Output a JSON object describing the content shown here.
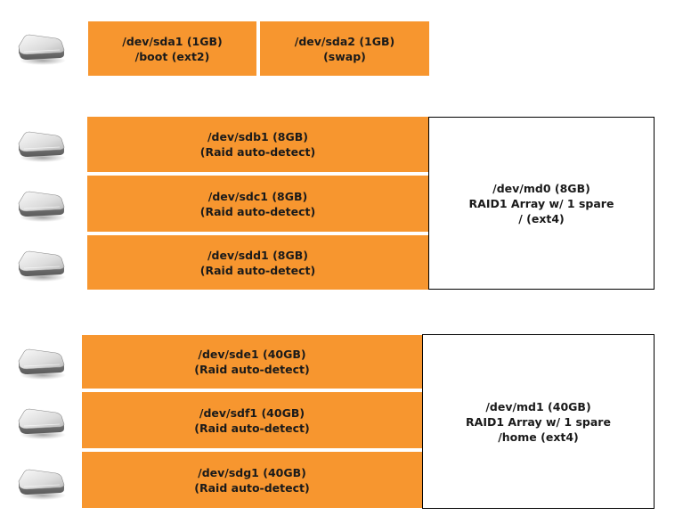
{
  "colors": {
    "partition_fill": "#f7962f",
    "array_fill": "#ffffff",
    "array_border": "#000000",
    "text": "#1a1a1a"
  },
  "disk_icon": "hard-drive-icon",
  "groups": [
    {
      "partitions": [
        {
          "line1": "/dev/sda1 (1GB)",
          "line2": "/boot (ext2)"
        },
        {
          "line1": "/dev/sda2 (1GB)",
          "line2": "(swap)"
        }
      ]
    },
    {
      "partitions": [
        {
          "line1": "/dev/sdb1 (8GB)",
          "line2": "(Raid auto-detect)"
        },
        {
          "line1": "/dev/sdc1 (8GB)",
          "line2": "(Raid auto-detect)"
        },
        {
          "line1": "/dev/sdd1 (8GB)",
          "line2": "(Raid auto-detect)"
        }
      ],
      "array": {
        "line1": "/dev/md0 (8GB)",
        "line2": "RAID1 Array w/ 1 spare",
        "line3": "/ (ext4)"
      }
    },
    {
      "partitions": [
        {
          "line1": "/dev/sde1 (40GB)",
          "line2": "(Raid auto-detect)"
        },
        {
          "line1": "/dev/sdf1 (40GB)",
          "line2": "(Raid auto-detect)"
        },
        {
          "line1": "/dev/sdg1 (40GB)",
          "line2": "(Raid auto-detect)"
        }
      ],
      "array": {
        "line1": "/dev/md1 (40GB)",
        "line2": "RAID1 Array w/ 1 spare",
        "line3": "/home (ext4)"
      }
    }
  ]
}
